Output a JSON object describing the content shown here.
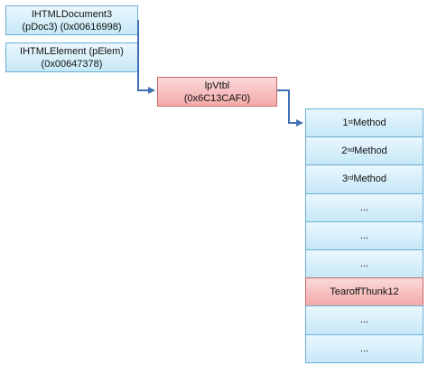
{
  "objects": [
    {
      "id": "doc3",
      "line1": "IHTMLDocument3",
      "line2": "(pDoc3) (0x00616998)"
    },
    {
      "id": "elem",
      "line1": "IHTMLElement (pElem)",
      "line2": "(0x00647378)"
    }
  ],
  "lpvtbl": {
    "line1": "lpVtbl",
    "line2": "(0x6C13CAF0)"
  },
  "vtable": [
    {
      "num": "1",
      "sup": "st",
      "label": " Method"
    },
    {
      "num": "2",
      "sup": "nd",
      "label": " Method"
    },
    {
      "num": "3",
      "sup": "rd",
      "label": " Method"
    },
    {
      "label": "..."
    },
    {
      "label": "..."
    },
    {
      "label": "..."
    },
    {
      "label": "TearoffThunk12",
      "highlight": true
    },
    {
      "label": "..."
    },
    {
      "label": "..."
    }
  ],
  "colors": {
    "blue_box": "#c6e8f7",
    "red_box": "#f2a9a9",
    "arrow": "#3f6fb5"
  }
}
